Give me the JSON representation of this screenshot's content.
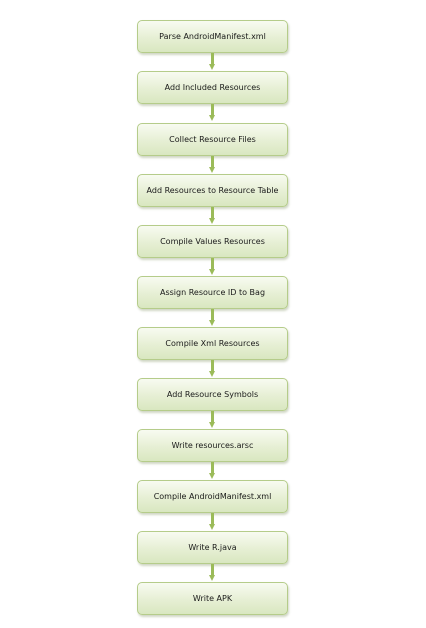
{
  "diagram": {
    "type": "flowchart",
    "accent_color": "#9bbb59",
    "steps": [
      {
        "label": "Parse AndroidManifest.xml"
      },
      {
        "label": "Add Included Resources"
      },
      {
        "label": "Collect Resource Files"
      },
      {
        "label": "Add Resources to Resource Table"
      },
      {
        "label": "Compile Values Resources"
      },
      {
        "label": "Assign Resource ID to Bag"
      },
      {
        "label": "Compile Xml Resources"
      },
      {
        "label": "Add Resource Symbols"
      },
      {
        "label": "Write resources.arsc"
      },
      {
        "label": "Compile AndroidManifest.xml"
      },
      {
        "label": "Write R.java"
      },
      {
        "label": "Write APK"
      }
    ]
  }
}
